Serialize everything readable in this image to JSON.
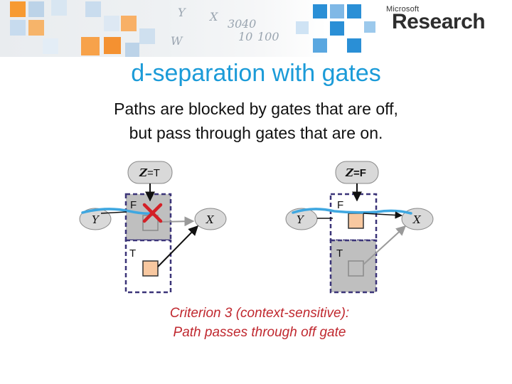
{
  "header": {
    "logo_small": "Microsoft",
    "logo_big": "Research",
    "sketch_marks": [
      "Y",
      "X",
      "30",
      "40",
      "10",
      "100",
      "W"
    ]
  },
  "slide": {
    "title": "d-separation with gates",
    "subtitle_line1": "Paths are blocked by gates that are off,",
    "subtitle_line2": "but pass through gates that are on."
  },
  "diagram_left": {
    "selector_prefix": "Z",
    "selector_value": "=T",
    "gate_top_label": "F",
    "gate_bottom_label": "T",
    "node_y": "Y",
    "node_x": "X"
  },
  "diagram_right": {
    "selector_prefix": "Z",
    "selector_value": "=F",
    "gate_top_label": "F",
    "gate_bottom_label": "T",
    "node_y": "Y",
    "node_x": "X"
  },
  "caption": {
    "line1": "Criterion 3 (context-sensitive):",
    "line2": "Path passes through off gate"
  },
  "colors": {
    "title": "#1b9bd8",
    "caption": "#c0282f",
    "node_fill": "#d9d9d9",
    "gate_off_fill": "#bfbfbf",
    "active_box_fill": "#f8c8a0",
    "highlight_path": "#3fa7e0",
    "gate_border": "#3b3478",
    "logo_orange": "#f79a32",
    "logo_blue": "#2a8fd6"
  }
}
